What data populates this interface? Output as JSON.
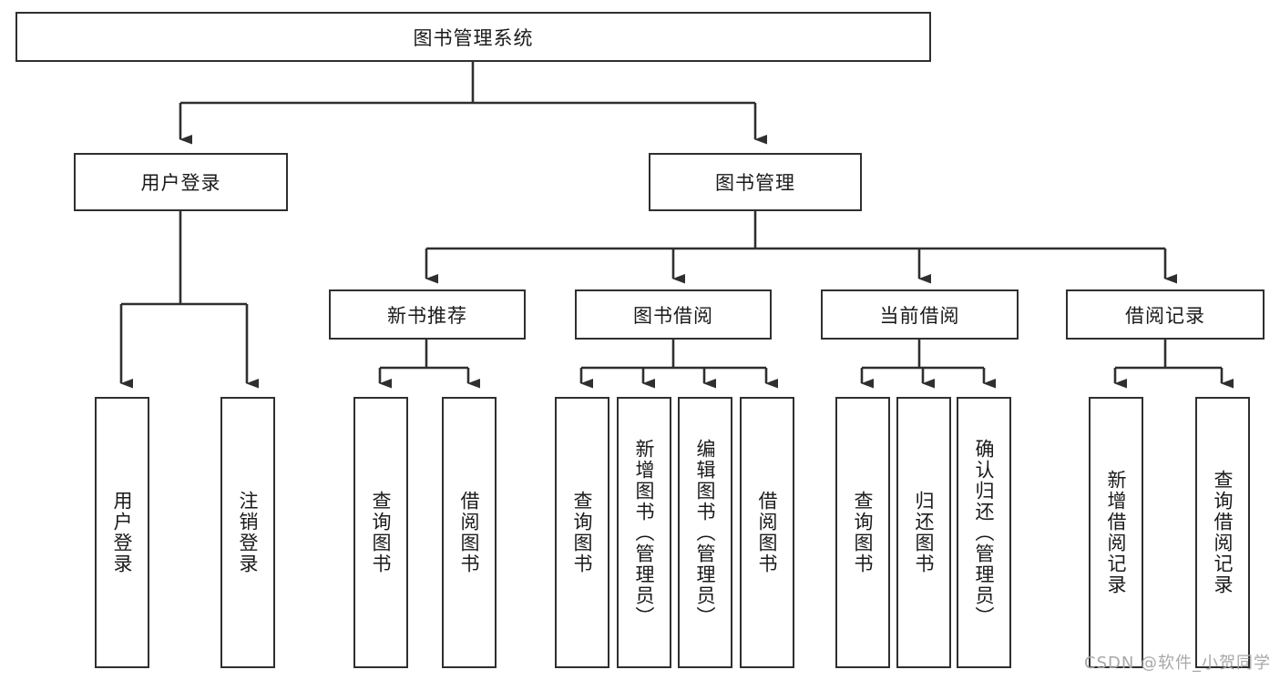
{
  "diagram": {
    "title": "图书管理系统",
    "type": "hierarchy-tree",
    "orientation": "top-down",
    "colors": {
      "box_border": "#2f2f2f",
      "box_fill": "#ffffff",
      "connector": "#2f2f2f",
      "text": "#1a1a1a",
      "watermark": "#a8a8a8"
    },
    "levels": [
      {
        "level": 1,
        "nodes": [
          {
            "id": "root",
            "label": "图书管理系统",
            "orientation": "horizontal"
          }
        ]
      },
      {
        "level": 2,
        "nodes": [
          {
            "id": "login",
            "label": "用户登录",
            "orientation": "horizontal",
            "parent": "root"
          },
          {
            "id": "bookmgmt",
            "label": "图书管理",
            "orientation": "horizontal",
            "parent": "root"
          }
        ]
      },
      {
        "level": 3,
        "nodes": [
          {
            "id": "newbook",
            "label": "新书推荐",
            "orientation": "horizontal",
            "parent": "bookmgmt"
          },
          {
            "id": "borrow",
            "label": "图书借阅",
            "orientation": "horizontal",
            "parent": "bookmgmt"
          },
          {
            "id": "current",
            "label": "当前借阅",
            "orientation": "horizontal",
            "parent": "bookmgmt"
          },
          {
            "id": "records",
            "label": "借阅记录",
            "orientation": "horizontal",
            "parent": "bookmgmt"
          }
        ]
      },
      {
        "level": 4,
        "nodes": [
          {
            "id": "leaf-user-login",
            "label": "用户登录",
            "orientation": "vertical",
            "parent": "login"
          },
          {
            "id": "leaf-user-logout",
            "label": "注销登录",
            "orientation": "vertical",
            "parent": "login"
          },
          {
            "id": "leaf-newbook-query",
            "label": "查询图书",
            "orientation": "vertical",
            "parent": "newbook"
          },
          {
            "id": "leaf-newbook-borrow",
            "label": "借阅图书",
            "orientation": "vertical",
            "parent": "newbook"
          },
          {
            "id": "leaf-borrow-query",
            "label": "查询图书",
            "orientation": "vertical",
            "parent": "borrow"
          },
          {
            "id": "leaf-borrow-add",
            "label": "新增图书（管理员）",
            "orientation": "vertical",
            "parent": "borrow"
          },
          {
            "id": "leaf-borrow-edit",
            "label": "编辑图书（管理员）",
            "orientation": "vertical",
            "parent": "borrow"
          },
          {
            "id": "leaf-borrow-lend",
            "label": "借阅图书",
            "orientation": "vertical",
            "parent": "borrow"
          },
          {
            "id": "leaf-current-query",
            "label": "查询图书",
            "orientation": "vertical",
            "parent": "current"
          },
          {
            "id": "leaf-current-return",
            "label": "归还图书",
            "orientation": "vertical",
            "parent": "current"
          },
          {
            "id": "leaf-current-confirm",
            "label": "确认归还（管理员）",
            "orientation": "vertical",
            "parent": "current"
          },
          {
            "id": "leaf-records-add",
            "label": "新增借阅记录",
            "orientation": "vertical",
            "parent": "records"
          },
          {
            "id": "leaf-records-query",
            "label": "查询借阅记录",
            "orientation": "vertical",
            "parent": "records"
          }
        ]
      }
    ]
  },
  "watermark": {
    "text": "CSDN @软件_小贺同学"
  }
}
